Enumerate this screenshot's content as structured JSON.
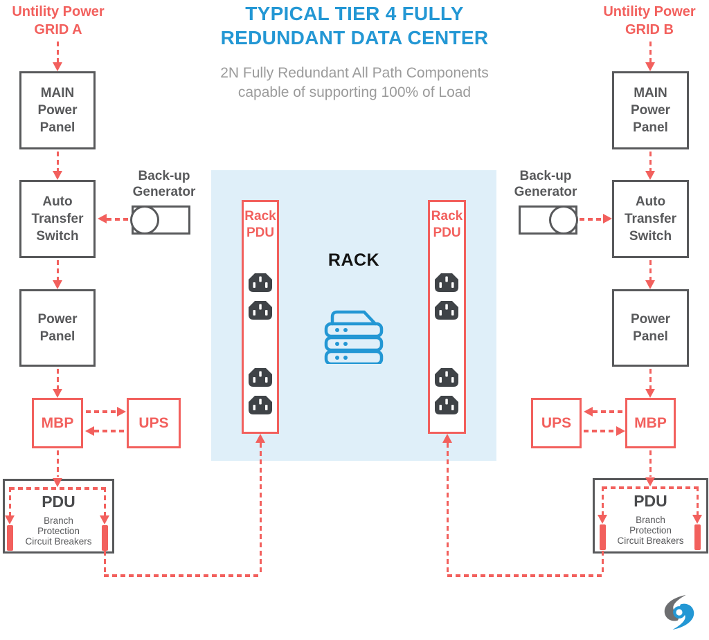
{
  "header": {
    "title_line1": "TYPICAL TIER 4 FULLY",
    "title_line2": "REDUNDANT DATA CENTER",
    "subtitle_line1": "2N Fully Redundant All Path Components",
    "subtitle_line2": "capable of supporting 100% of Load"
  },
  "grids": {
    "a_line1": "Untility Power",
    "a_line2": "GRID A",
    "b_line1": "Untility Power",
    "b_line2": "GRID B"
  },
  "components": {
    "main_power_panel": [
      "MAIN",
      "Power",
      "Panel"
    ],
    "auto_transfer_switch": [
      "Auto",
      "Transfer",
      "Switch"
    ],
    "power_panel": [
      "Power",
      "Panel"
    ],
    "backup_generator": [
      "Back-up",
      "Generator"
    ],
    "mbp": "MBP",
    "ups": "UPS",
    "pdu": "PDU",
    "pdu_subtitle": [
      "Branch",
      "Protection",
      "Circuit Breakers"
    ],
    "rack": "RACK",
    "rack_pdu_line1": "Rack",
    "rack_pdu_line2": "PDU"
  },
  "colors": {
    "title_blue": "#2397D4",
    "line_red": "#F2605D",
    "box_gray": "#58595B",
    "rack_area_blue": "#DFEFF9",
    "subtitle_gray": "#9B9B9B",
    "outlet_dark": "#3F4347"
  },
  "icons": {
    "outlet": "power-outlet-icon",
    "server": "server-stack-icon",
    "generator": "backup-generator-icon",
    "logo": "brand-logo-icon"
  }
}
